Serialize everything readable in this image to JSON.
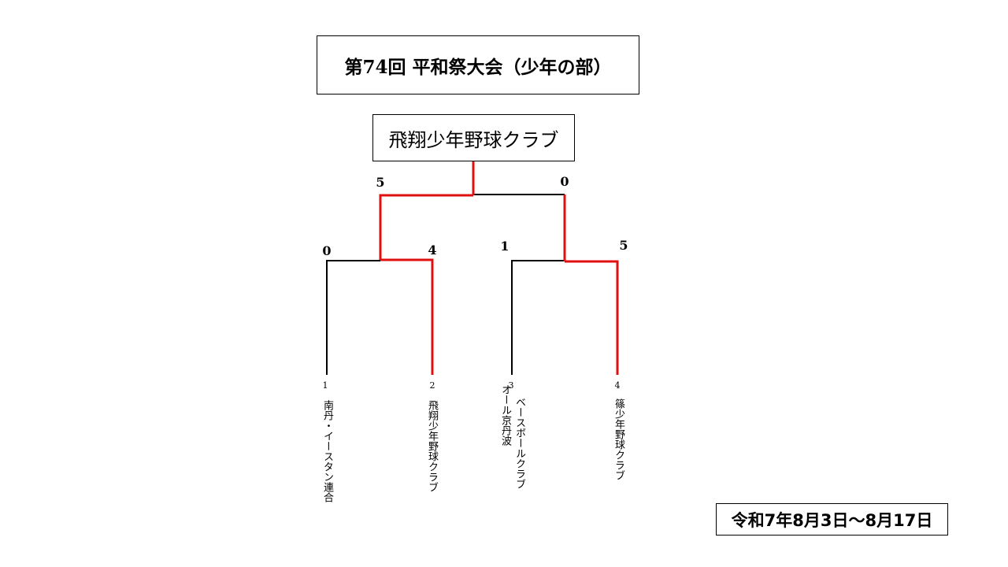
{
  "title": "第74回 平和祭大会（少年の部）",
  "champion": "飛翔少年野球クラブ",
  "date_range": "令和7年8月3日～8月17日",
  "colors": {
    "winner_line": "#e01010",
    "normal_line": "#000000"
  },
  "teams": [
    {
      "seed": "1",
      "name": "南丹・イースタン連合"
    },
    {
      "seed": "2",
      "name": "飛翔少年野球クラブ"
    },
    {
      "seed": "3",
      "name_col1": "ベースボールクラブ",
      "name_col2": "オール京丹波"
    },
    {
      "seed": "4",
      "name": "篠少年野球クラブ"
    }
  ],
  "matches": {
    "semifinal_1": {
      "score_left": "0",
      "score_right": "4",
      "winner": "right"
    },
    "semifinal_2": {
      "score_left": "1",
      "score_right": "5",
      "winner": "right"
    },
    "final": {
      "score_left": "5",
      "score_right": "0",
      "winner": "left"
    }
  }
}
